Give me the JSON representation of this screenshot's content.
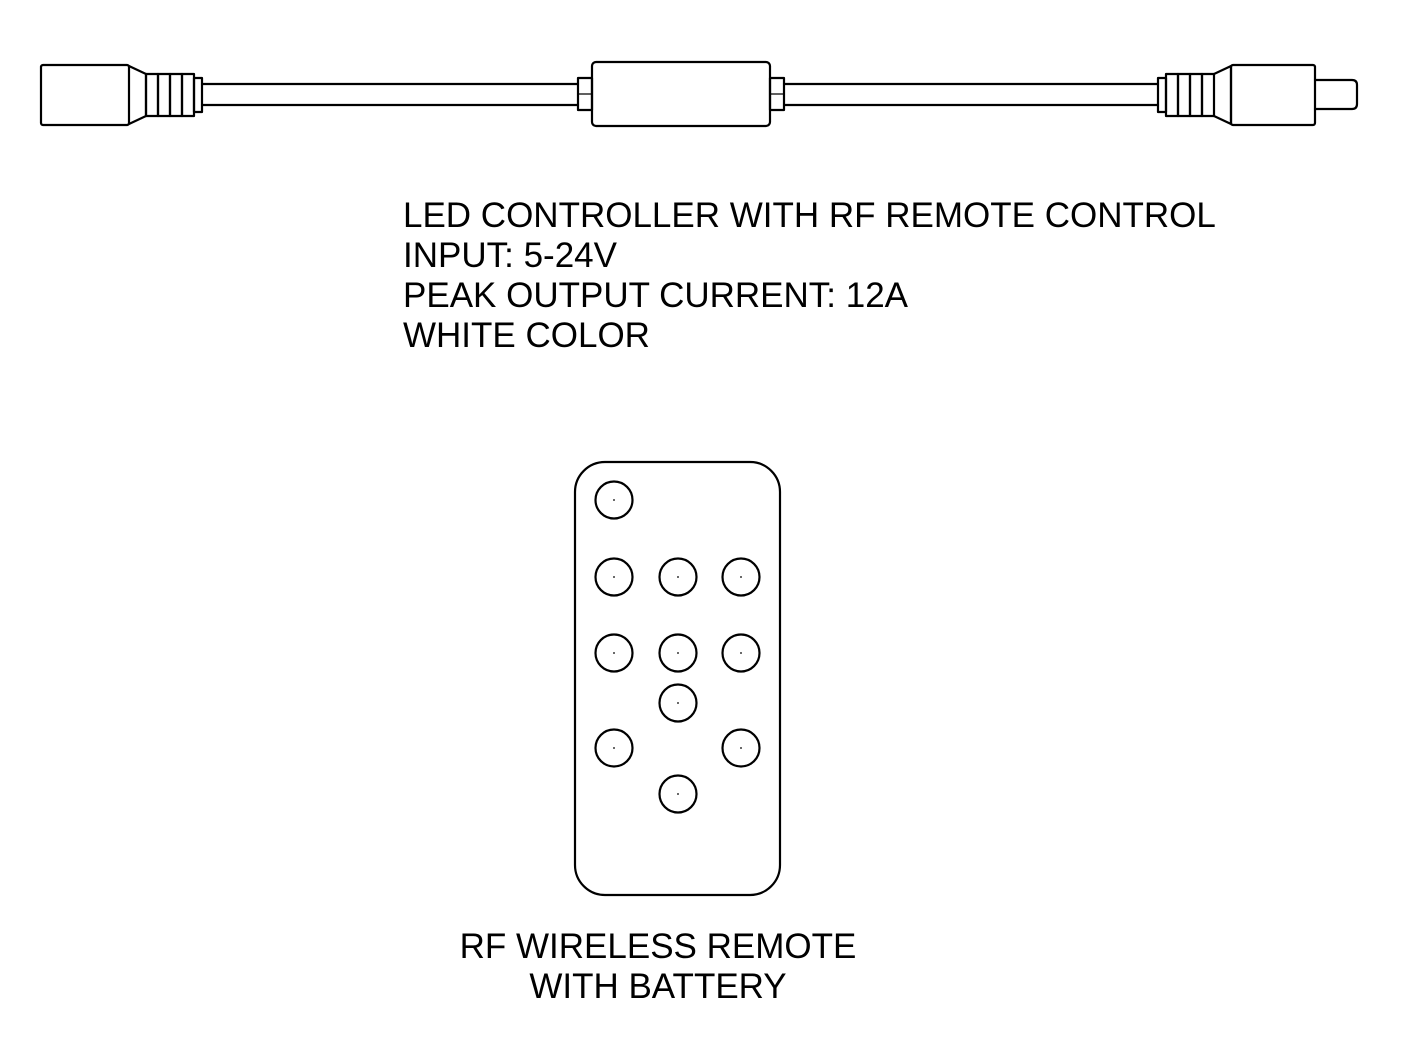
{
  "controller": {
    "title": "LED CONTROLLER WITH RF REMOTE CONTROL",
    "input": "INPUT: 5-24V",
    "peak_output": "PEAK OUTPUT CURRENT: 12A",
    "color": "WHITE COLOR"
  },
  "remote": {
    "caption_line1": "RF WIRELESS REMOTE",
    "caption_line2": "WITH BATTERY"
  },
  "colors": {
    "line": "#000000",
    "background": "#ffffff"
  }
}
